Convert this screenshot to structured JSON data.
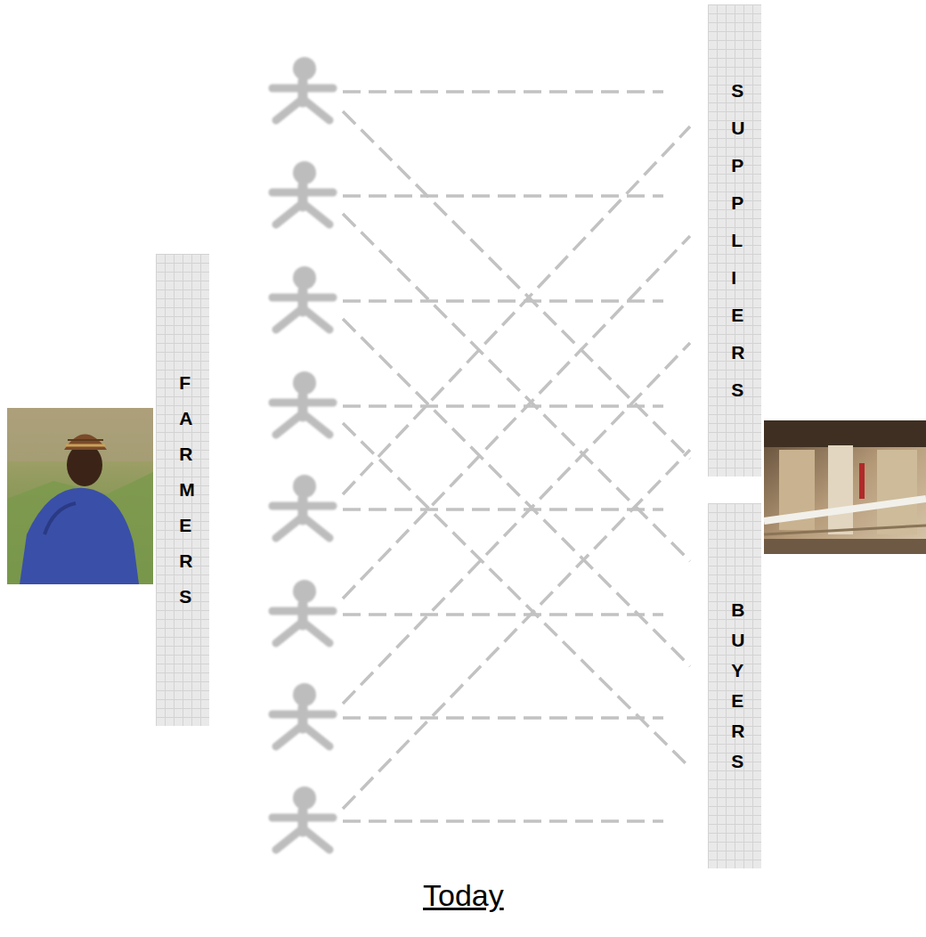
{
  "diagram": {
    "caption": "Today",
    "nodes": [
      {
        "text": [
          "FARMERS"
        ]
      },
      {
        "text": [
          "SUPPLIERS"
        ]
      },
      {
        "text": [
          "BUYERS"
        ]
      }
    ]
  }
}
